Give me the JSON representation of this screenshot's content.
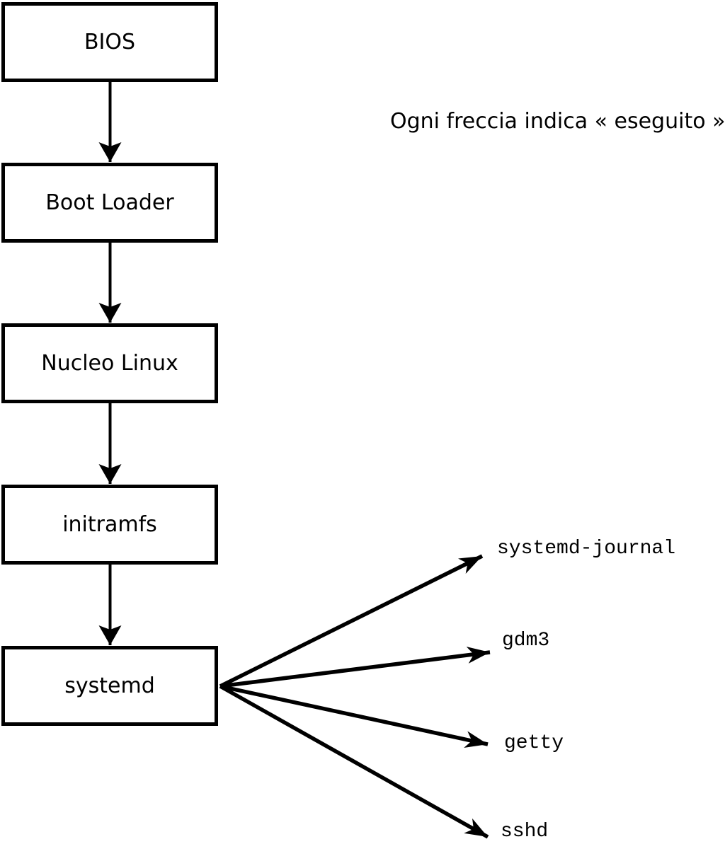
{
  "diagram": {
    "caption": "Ogni freccia indica « eseguito ».",
    "boot_chain": [
      {
        "label": "BIOS"
      },
      {
        "label": "Boot Loader"
      },
      {
        "label": "Nucleo Linux"
      },
      {
        "label": "initramfs"
      },
      {
        "label": "systemd"
      }
    ],
    "spawned_processes": [
      {
        "label": "systemd-journal"
      },
      {
        "label": "gdm3"
      },
      {
        "label": "getty"
      },
      {
        "label": "sshd"
      }
    ],
    "colors": {
      "line": "#000000",
      "box_border": "#000000",
      "box_fill": "#ffffff",
      "text": "#000000",
      "background": "#ffffff"
    }
  }
}
